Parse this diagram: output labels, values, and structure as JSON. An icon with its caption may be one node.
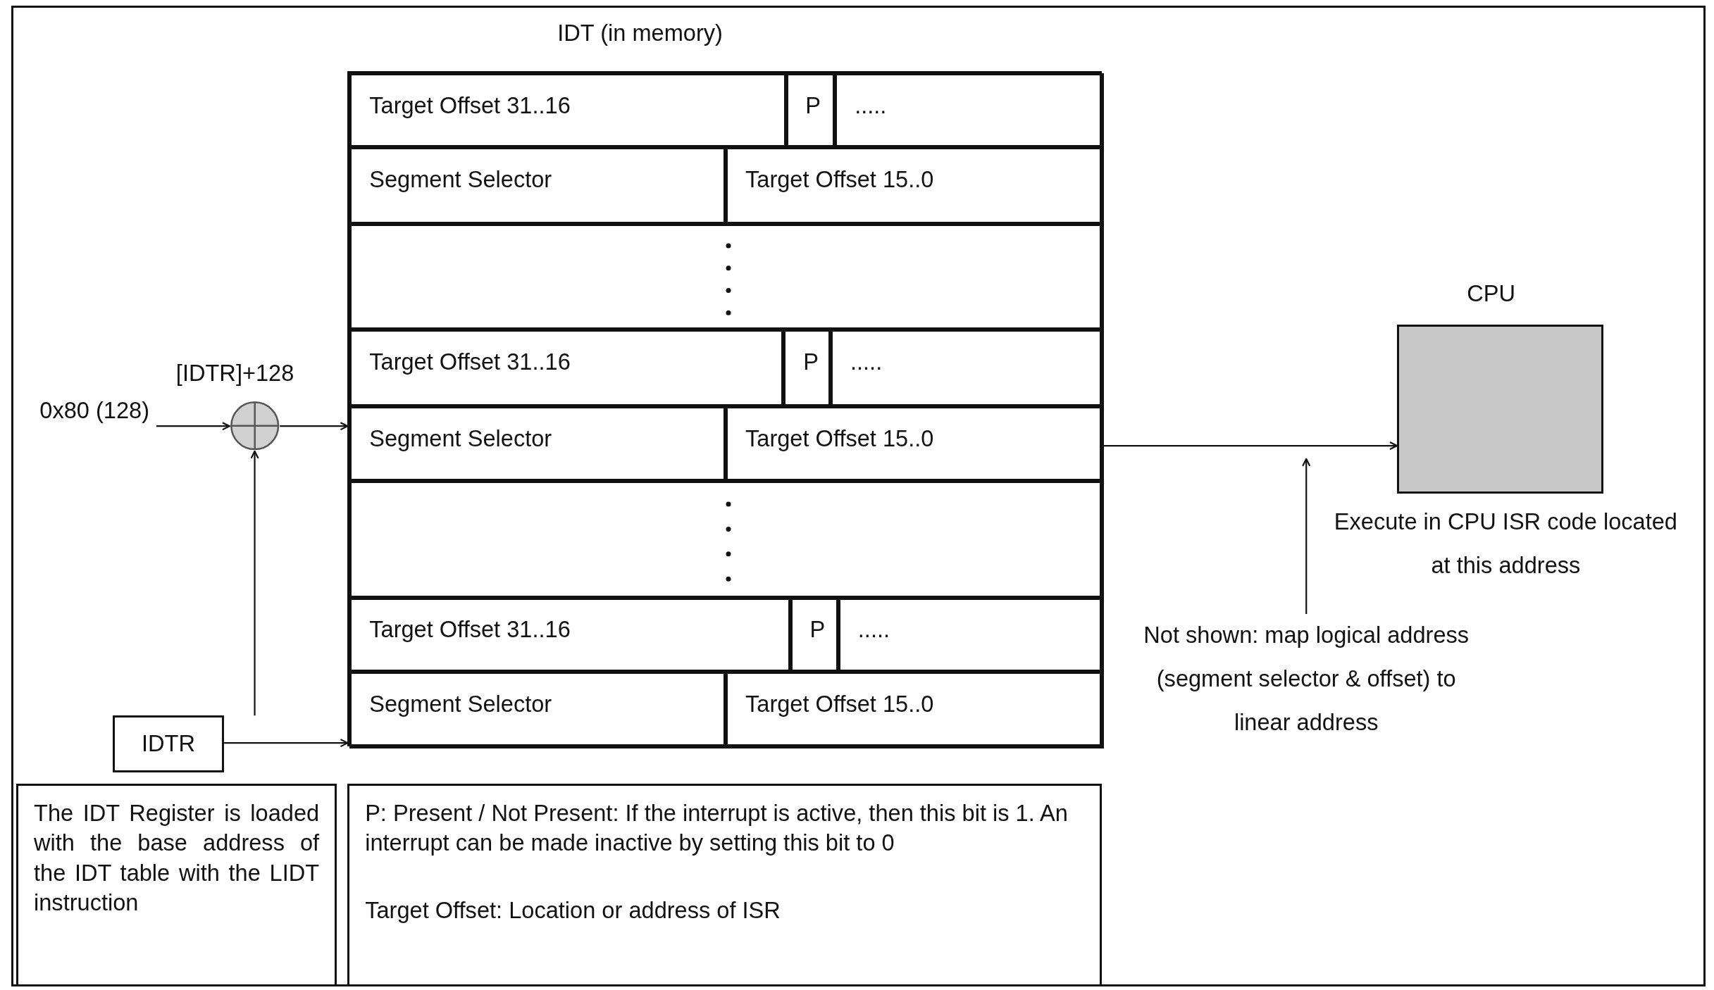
{
  "diagram": {
    "nodes": [
      {
        "text": [
          "IDT (in memory)"
        ]
      },
      {
        "text": [
          "Target Offset 31..16"
        ],
        "in": 0
      },
      {
        "text": [
          "P"
        ],
        "in": 0
      },
      {
        "text": [
          "....."
        ],
        "in": 0
      },
      {
        "text": [
          "Segment Selector"
        ],
        "in": 0
      },
      {
        "text": [
          "Target Offset 15..0"
        ],
        "in": 0
      },
      {
        "text": [],
        "shape": "box",
        "in": 0
      },
      {
        "text": [
          "Target Offset 31..16"
        ],
        "in": 0
      },
      {
        "text": [
          "P"
        ],
        "in": 0
      },
      {
        "text": [
          "....."
        ],
        "in": 0
      },
      {
        "text": [
          "Segment Selector"
        ],
        "in": 0
      },
      {
        "text": [
          "Target Offset 15..0"
        ],
        "in": 0
      },
      {
        "text": [],
        "shape": "box",
        "in": 0
      },
      {
        "text": [
          "Target Offset 31..16"
        ],
        "in": 0
      },
      {
        "text": [
          "P"
        ],
        "in": 0
      },
      {
        "text": [
          "....."
        ],
        "in": 0
      },
      {
        "text": [
          "Segment Selector"
        ],
        "in": 0
      },
      {
        "text": [
          "Target Offset 15..0"
        ],
        "in": 0
      },
      {
        "text": [
          "0x80 (128)"
        ]
      },
      {
        "text": [],
        "shape": "circle",
        "beside": [
          "[IDTR]+128"
        ]
      },
      {
        "text": [
          "IDTR"
        ]
      },
      {
        "text": [
          "CPU"
        ],
        "beside": [
          "Execute in CPU ISR code located at this address"
        ]
      },
      {
        "text": [
          "Not shown: map logical address (segment selector & offset) to linear address"
        ]
      },
      {
        "text": [
          "The IDT Register is loaded with the base address of the IDT table with the LIDT instruction"
        ]
      },
      {
        "text": [
          "P: Present / Not Present: If the interrupt is active, then this bit is 1. An interrupt can be made inactive by setting this bit to 0",
          "Target Offset: Location or address of ISR"
        ]
      }
    ],
    "edges": [
      {
        "from": 18,
        "to": 19,
        "arrow": "to"
      },
      {
        "from": 20,
        "to": 19,
        "arrow": "to"
      },
      {
        "from": 19,
        "to": 10,
        "arrow": "to"
      },
      {
        "from": 20,
        "to": 16,
        "arrow": "to"
      },
      {
        "from": 11,
        "to": 21,
        "arrow": "to"
      },
      {
        "from": 22,
        "to": null,
        "arrow": "to"
      }
    ]
  }
}
